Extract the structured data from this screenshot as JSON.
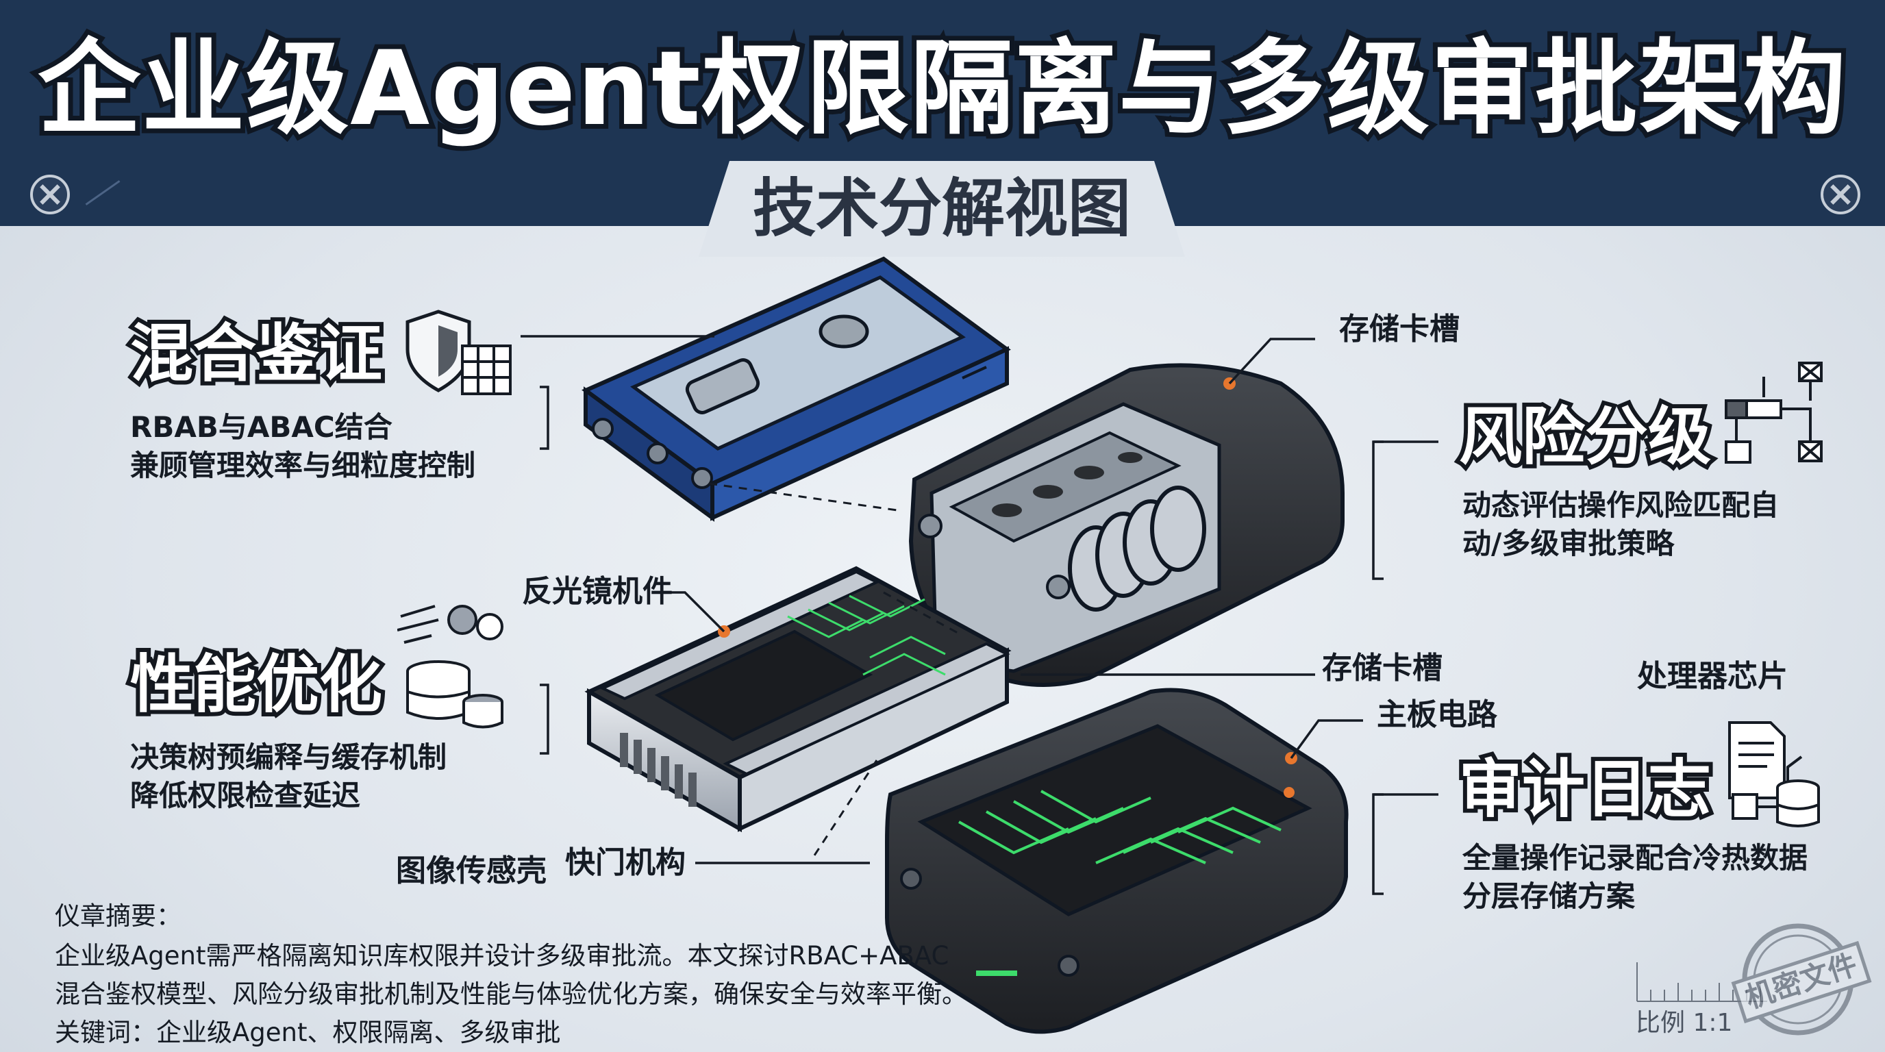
{
  "header": {
    "title": "企业级Agent权限隔离与多级审批架构",
    "subtitle": "技术分解视图"
  },
  "sections": {
    "hybrid_auth": {
      "title": "混合鉴证",
      "desc_lines": [
        "RBAB与ABAC结合",
        "兼顾管理效率与细粒度控制"
      ]
    },
    "risk_grading": {
      "title": "风险分级",
      "desc_lines": [
        "动态评估操作风险匹配自",
        "动/多级审批策略"
      ]
    },
    "performance": {
      "title": "性能优化",
      "desc_lines": [
        "决策树预编释与缓存机制",
        "降低权限检查延迟"
      ]
    },
    "audit_log": {
      "title": "审计日志",
      "desc_lines": [
        "全量操作记录配合冷热数据",
        "分层存储方案"
      ]
    }
  },
  "callouts": {
    "storage_slot_top": "存储卡槽",
    "reflector": "反光镜机件",
    "storage_slot_mid": "存储卡槽",
    "mainboard": "主板电路",
    "processor": "处理器芯片",
    "shutter": "快门机构",
    "sensor_shell": "图像传感壳"
  },
  "abstract": {
    "heading": "仪章摘要：",
    "lines": [
      "企业级Agent需严格隔离知识库权限并设计多级审批流。本文探讨RBAC+ABAC",
      "混合鉴权模型、风险分级审批机制及性能与体验优化方案，确保安全与效率平衡。"
    ],
    "keywords": "关键词：企业级Agent、权限隔离、多级审批"
  },
  "footer": {
    "scale": "比例 1:1",
    "stamp": "机密文件"
  },
  "colors": {
    "header_bg": "#1e3553",
    "accent_blue": "#2a55a8",
    "circuit_green": "#3ddc6b",
    "dark_body": "#2b2e33",
    "orange_dot": "#e8772e"
  }
}
